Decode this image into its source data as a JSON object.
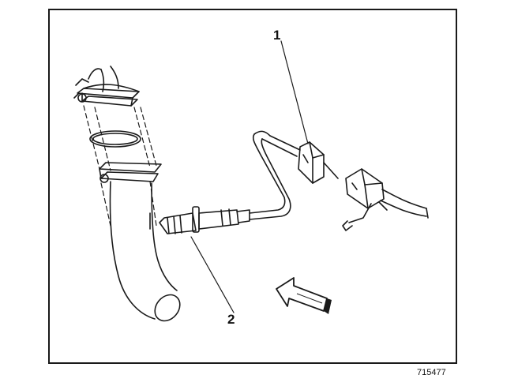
{
  "callouts": [
    {
      "number": "1"
    },
    {
      "number": "2"
    }
  ],
  "figure_number": "715477",
  "colors": {
    "line": "#1a1a1a",
    "background": "#ffffff"
  },
  "icons": [
    "direction-arrow-icon"
  ]
}
